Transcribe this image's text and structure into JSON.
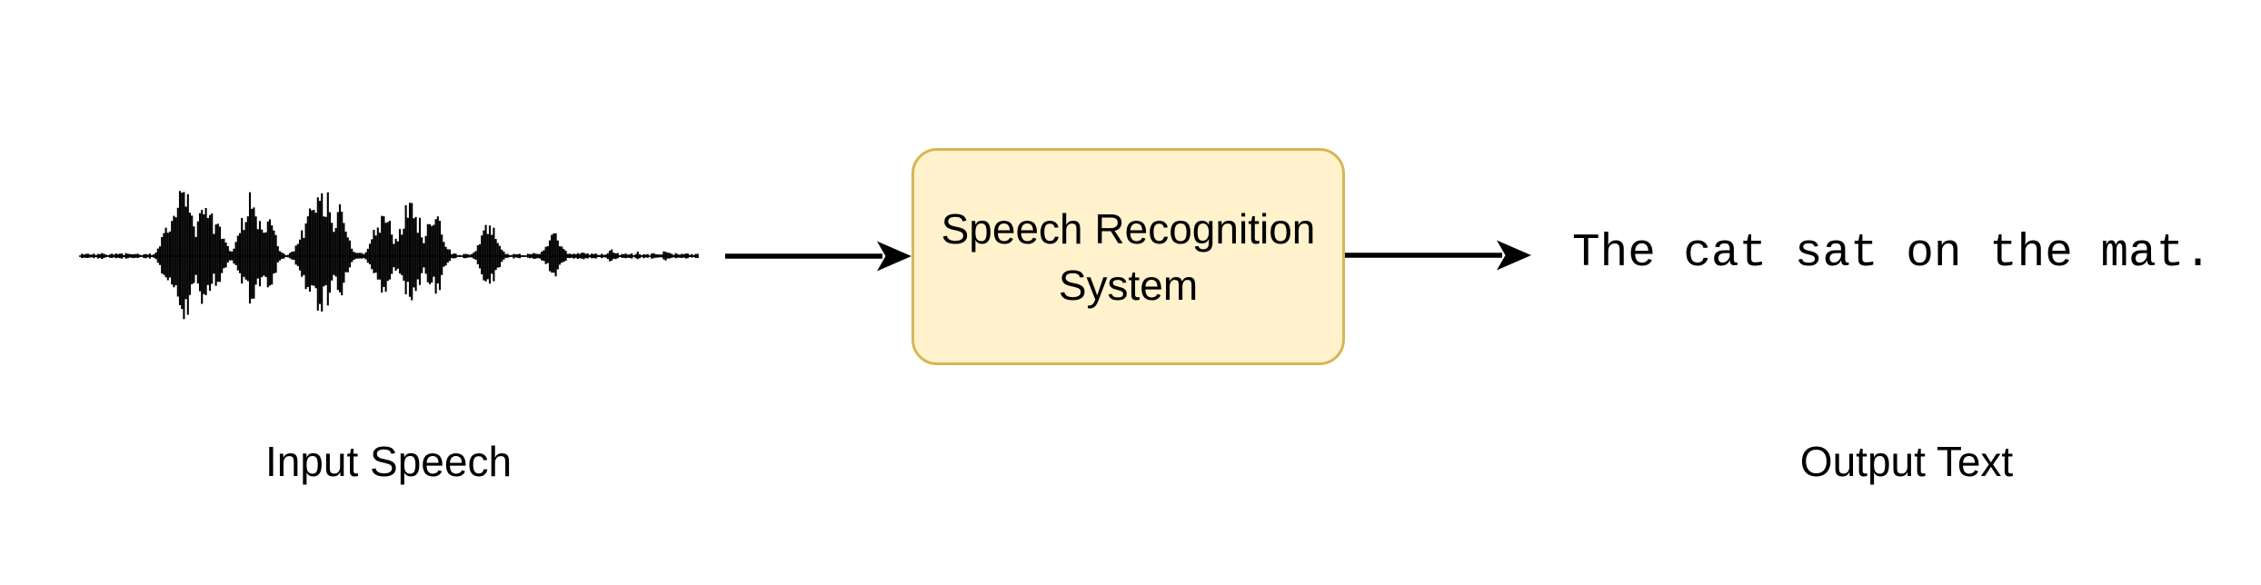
{
  "diagram": {
    "input": {
      "label": "Input Speech",
      "waveform": {
        "icon": "speech-waveform-icon",
        "seed": 7,
        "noise_amplitude": 2.6,
        "bursts": [
          {
            "c": 106,
            "w": 9,
            "a": 58
          },
          {
            "c": 122,
            "w": 15,
            "a": 88
          },
          {
            "c": 146,
            "w": 13,
            "a": 68
          },
          {
            "c": 161,
            "w": 9,
            "a": 48
          },
          {
            "c": 196,
            "w": 14,
            "a": 74
          },
          {
            "c": 216,
            "w": 9,
            "a": 52
          },
          {
            "c": 272,
            "w": 19,
            "a": 92
          },
          {
            "c": 294,
            "w": 11,
            "a": 58
          },
          {
            "c": 342,
            "w": 13,
            "a": 58
          },
          {
            "c": 372,
            "w": 15,
            "a": 70
          },
          {
            "c": 399,
            "w": 11,
            "a": 66
          },
          {
            "c": 458,
            "w": 12,
            "a": 44
          },
          {
            "c": 530,
            "w": 11,
            "a": 30
          },
          {
            "c": 562,
            "w": 3,
            "a": 7
          },
          {
            "c": 592,
            "w": 4,
            "a": 9
          },
          {
            "c": 622,
            "w": 3,
            "a": 6
          },
          {
            "c": 652,
            "w": 4,
            "a": 8
          }
        ]
      }
    },
    "processor": {
      "label": "Speech Recognition System"
    },
    "output": {
      "label": "Output Text",
      "text": "The cat sat on the mat."
    },
    "arrows": {
      "left_to_box": "arrow-right-icon",
      "box_to_text": "arrow-right-icon"
    },
    "colors": {
      "background": "#FFFFFF",
      "ink": "#000000",
      "box_fill": "#FFF2CC",
      "box_border": "#D6B656"
    }
  }
}
